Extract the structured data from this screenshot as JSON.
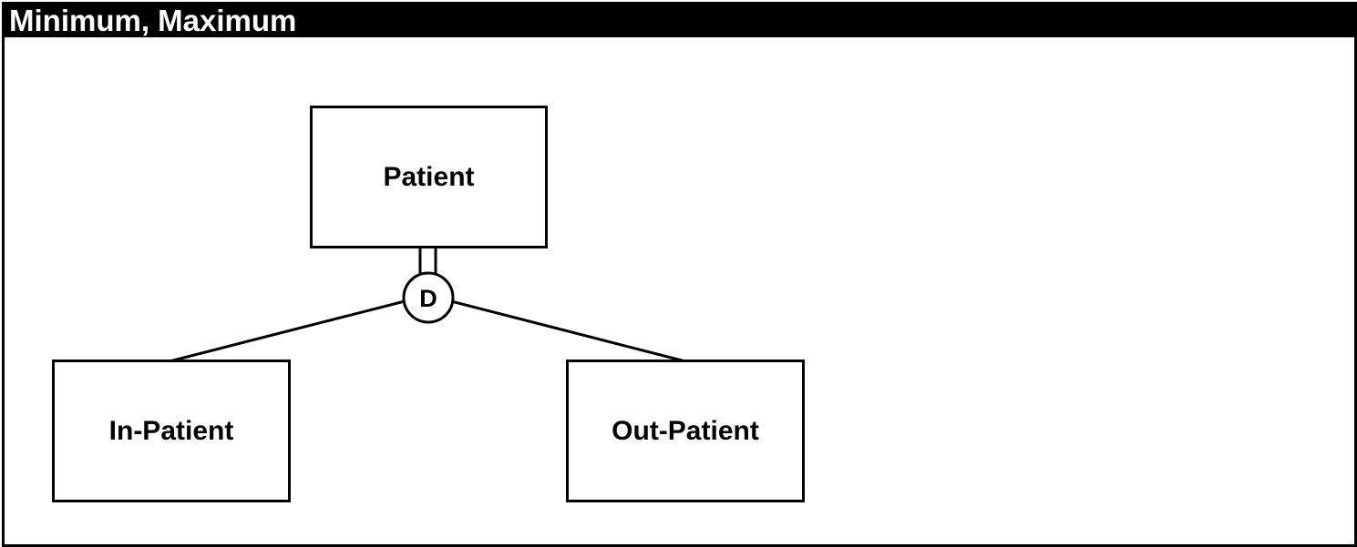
{
  "header": {
    "title": "Minimum, Maximum"
  },
  "diagram": {
    "supertype": "Patient",
    "subtypes": [
      "In-Patient",
      "Out-Patient"
    ],
    "constraint_symbol": "D",
    "relationship": "disjoint specialization with total participation"
  },
  "colors": {
    "stroke": "#000000",
    "background": "#ffffff",
    "title_bar": "#000000",
    "title_text": "#ffffff"
  }
}
